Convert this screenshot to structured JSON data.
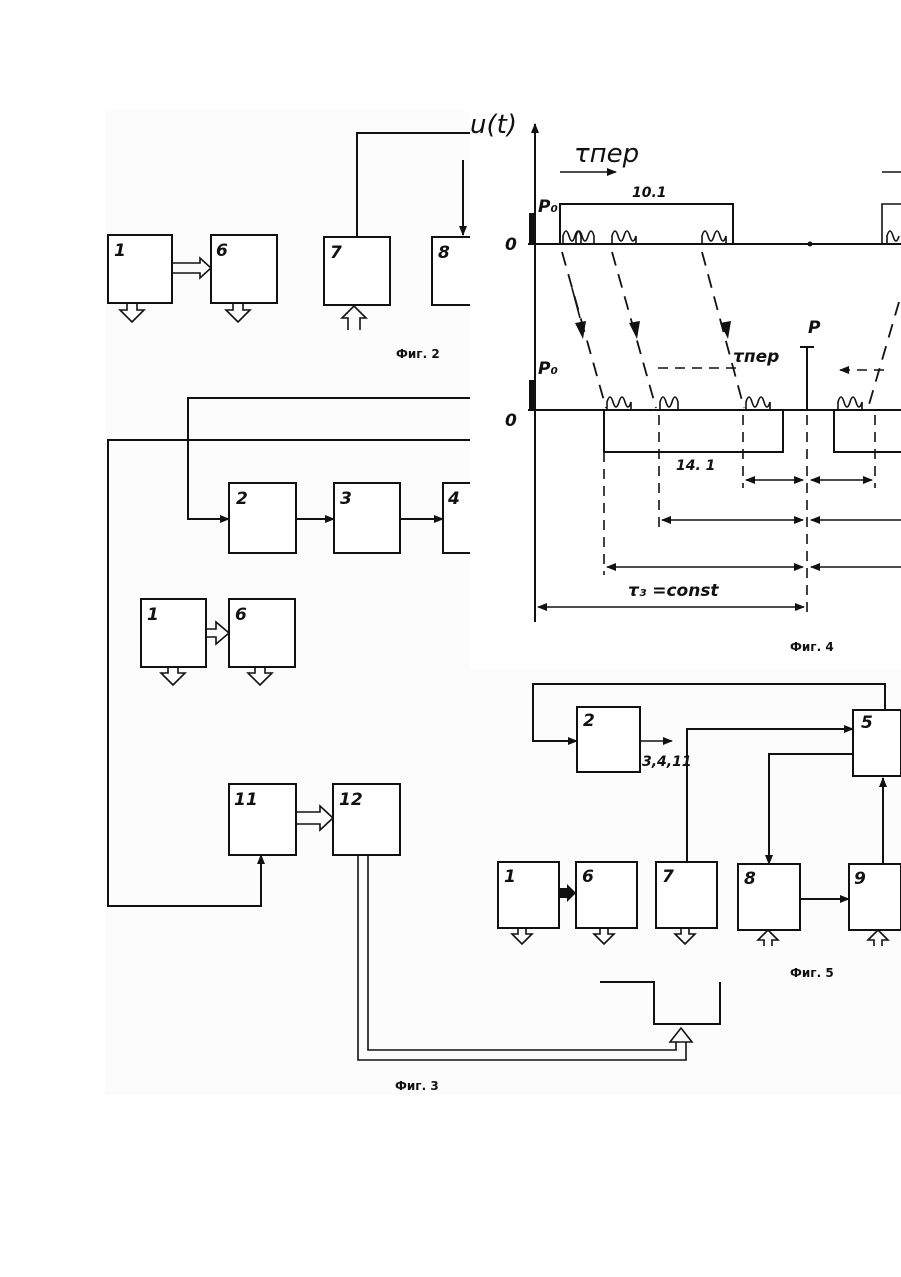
{
  "fig2": {
    "caption": "Фиг. 2",
    "blocks": [
      "1",
      "6",
      "7",
      "8"
    ]
  },
  "fig3": {
    "caption": "Фиг. 3",
    "blocks": [
      "2",
      "3",
      "4",
      "1",
      "6",
      "11",
      "12"
    ]
  },
  "fig4": {
    "caption": "Фиг. 4",
    "y_axis": "u(t)",
    "tau_per_top": "τпер",
    "tau_per_mid": "τпер",
    "p0_top": "P₀",
    "p0_mid": "P₀",
    "zero_top": "0",
    "zero_mid": "0",
    "label_10_1": "10.1",
    "label_14_1": "14. 1",
    "label_p": "P",
    "tau_const": "τ₃ =const"
  },
  "fig5": {
    "caption": "Фиг. 5",
    "blocks": [
      "2",
      "5",
      "1",
      "6",
      "7",
      "8",
      "9"
    ],
    "outputs_label": "3,4,11"
  }
}
